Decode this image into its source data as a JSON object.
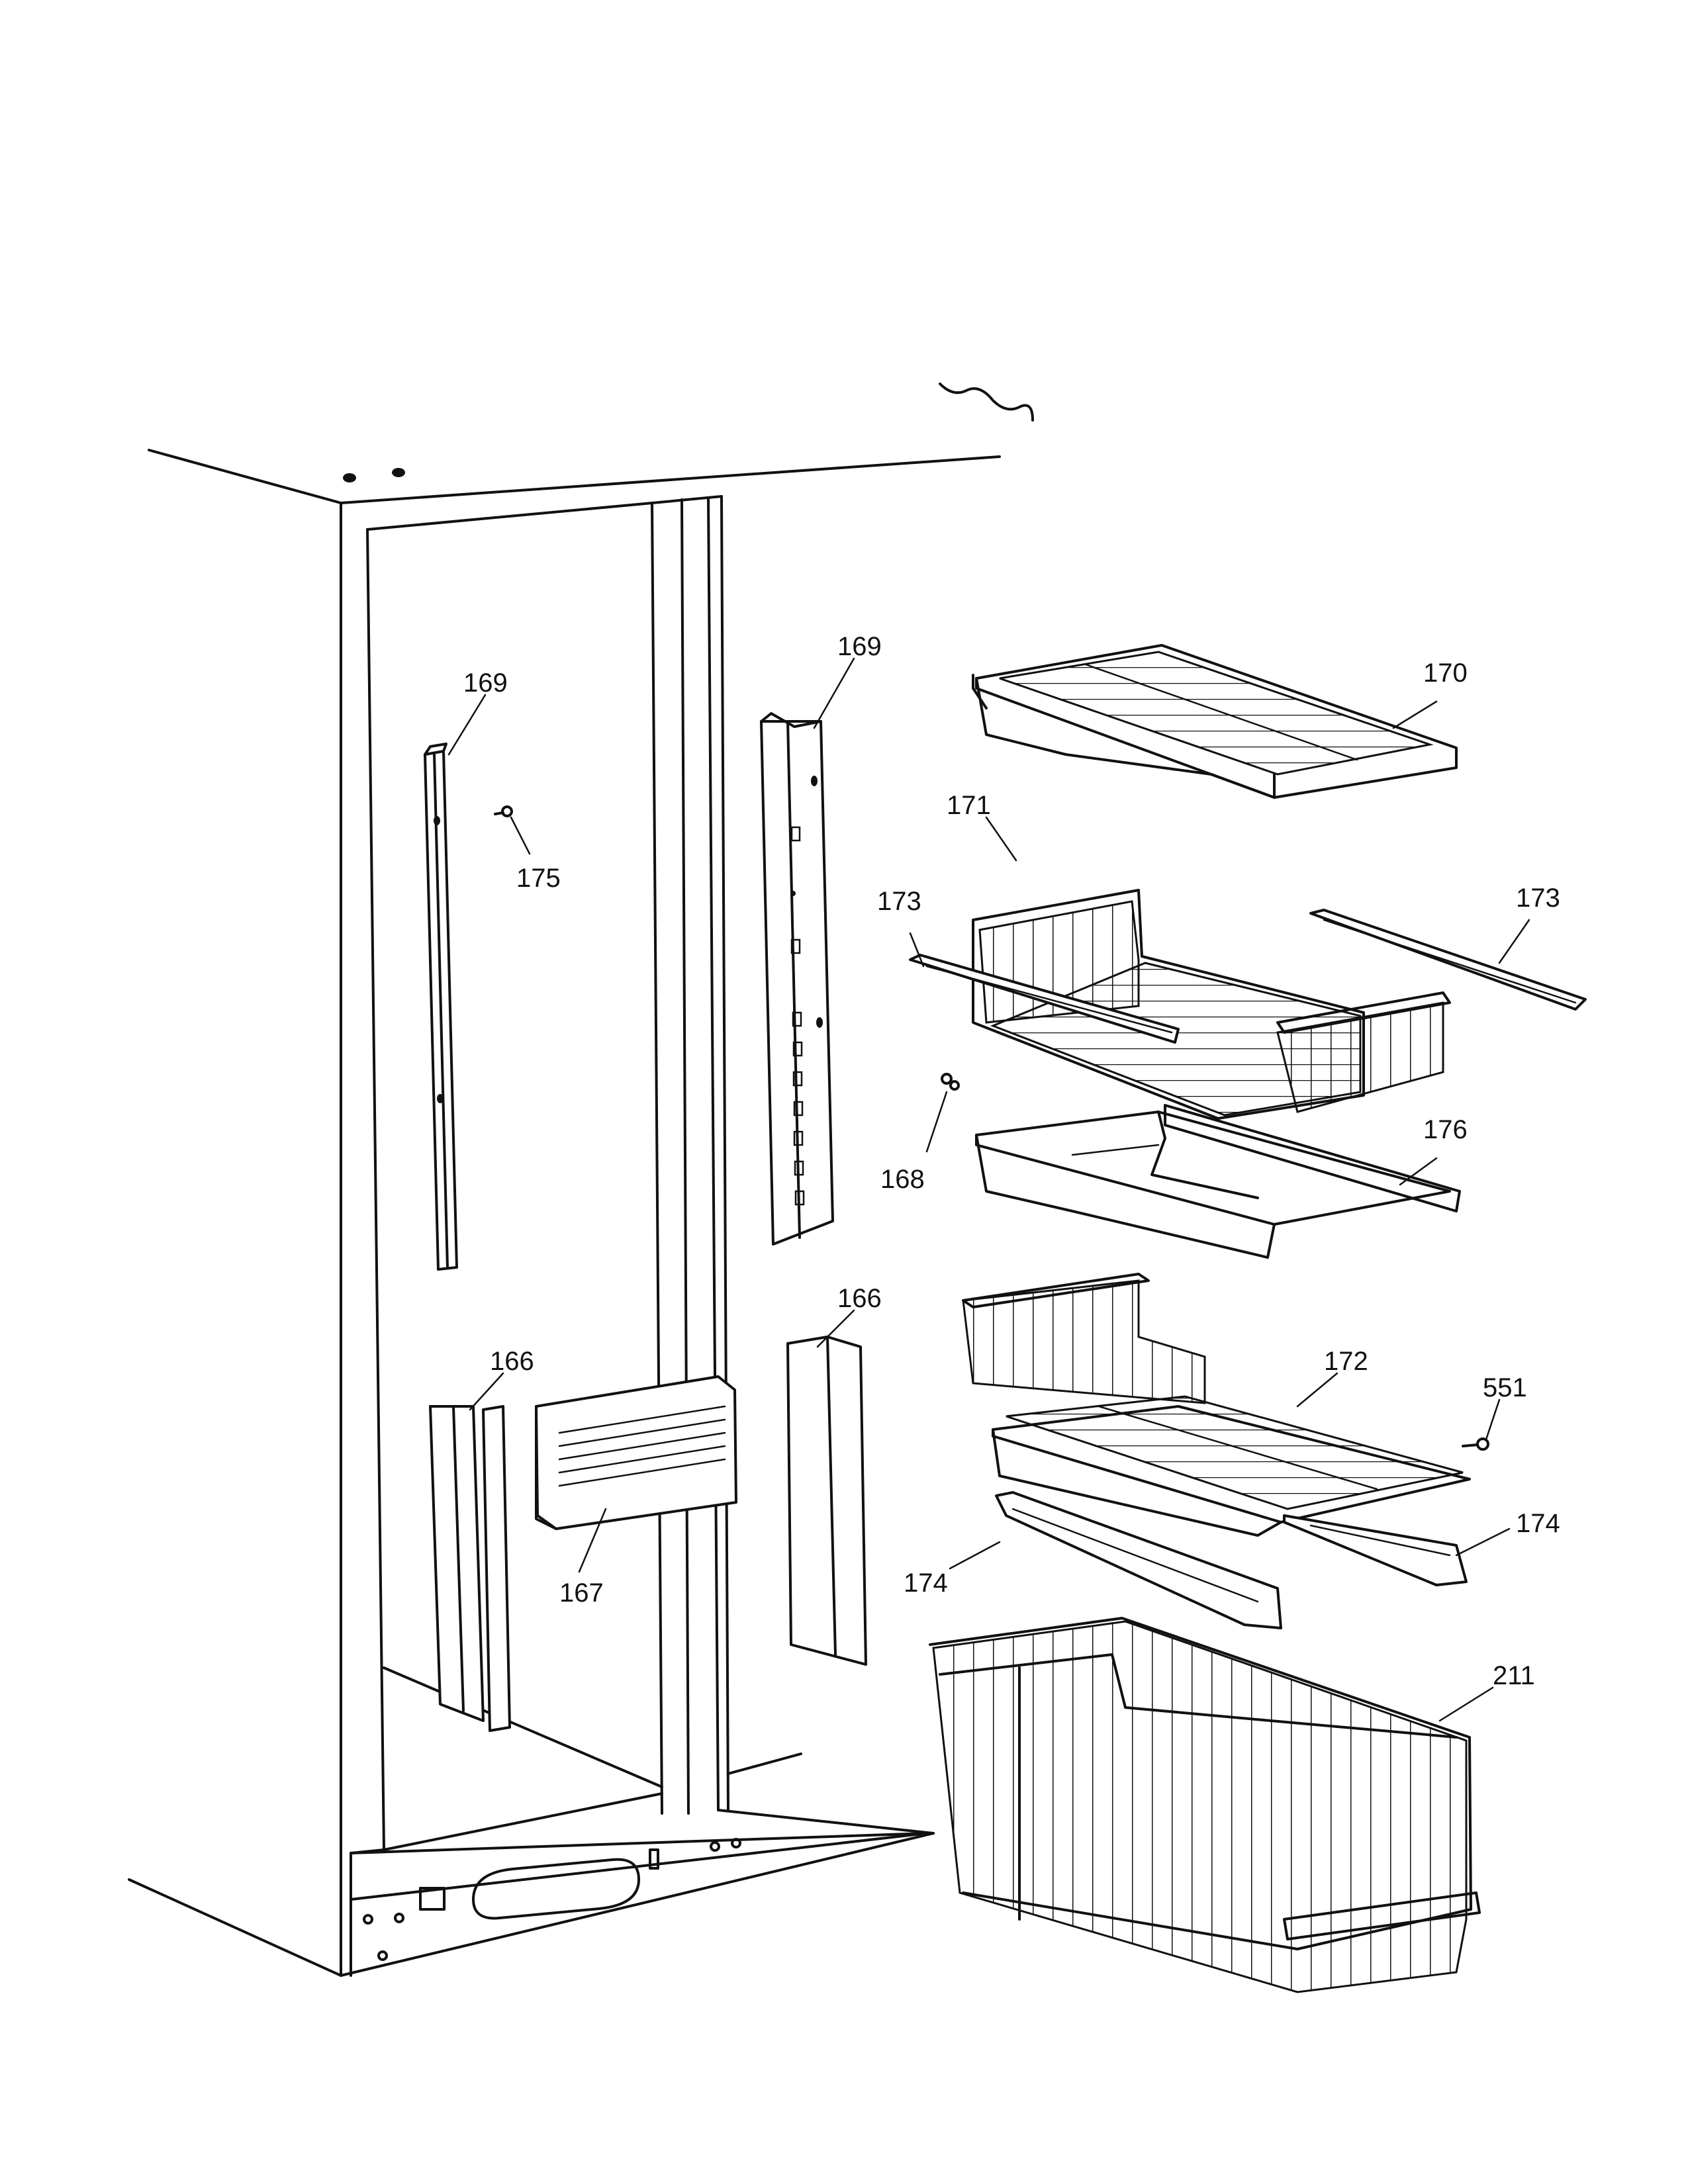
{
  "labels": {
    "p169_left": "169",
    "p175": "175",
    "p169_right": "169",
    "p170": "170",
    "p171": "171",
    "p173_left": "173",
    "p173_right": "173",
    "p168": "168",
    "p176": "176",
    "p166_left": "166",
    "p166_right": "166",
    "p167": "167",
    "p172": "172",
    "p551": "551",
    "p174_left": "174",
    "p174_right": "174",
    "p211": "211"
  }
}
